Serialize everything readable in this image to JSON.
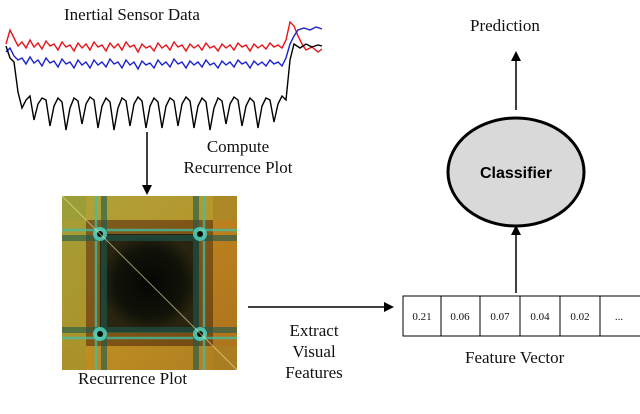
{
  "sensor": {
    "title": "Inertial Sensor Data"
  },
  "step1": {
    "line1": "Compute",
    "line2": "Recurrence Plot"
  },
  "recurrence": {
    "caption": "Recurrence Plot"
  },
  "step2": {
    "line1": "Extract",
    "line2": "Visual",
    "line3": "Features"
  },
  "features": {
    "caption": "Feature Vector",
    "values": [
      "0.21",
      "0.06",
      "0.07",
      "0.04",
      "0.02",
      "..."
    ]
  },
  "classifier": {
    "label": "Classifier"
  },
  "output": {
    "label": "Prediction"
  },
  "colors": {
    "signal_red": "#e8141c",
    "signal_blue": "#1a22d0",
    "signal_black": "#000000",
    "classifier_fill": "#d9d9d9",
    "rp_orange": "#c9871f",
    "rp_yellow": "#b8a43a",
    "rp_teal": "#3aa59a",
    "rp_dark": "#0c0d08"
  }
}
